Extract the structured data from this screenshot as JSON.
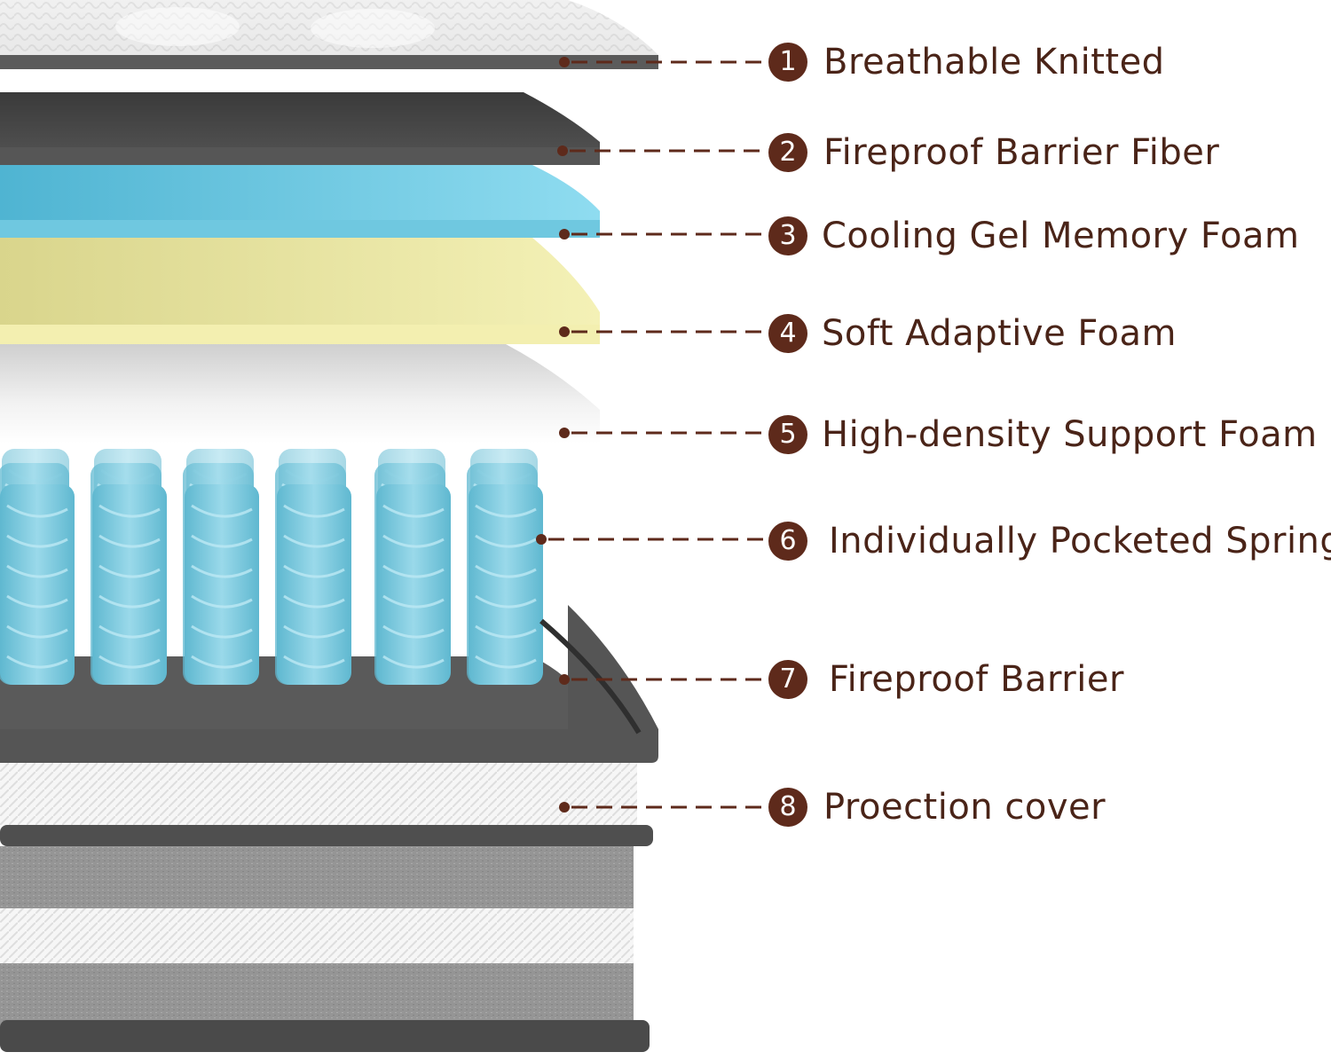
{
  "colors": {
    "accent": "#5e2a1b",
    "label_text": "#4a2418",
    "dash": "#5e2a1b"
  },
  "layers": [
    {
      "num": "1",
      "label": "Breathable  Knitted"
    },
    {
      "num": "2",
      "label": "Fireproof  Barrier Fiber"
    },
    {
      "num": "3",
      "label": "Cooling Gel Memory Foam"
    },
    {
      "num": "4",
      "label": "Soft Adaptive Foam"
    },
    {
      "num": "5",
      "label": "High-density Support Foam"
    },
    {
      "num": "6",
      "label": "Individually Pocketed Spring"
    },
    {
      "num": "7",
      "label": "Fireproof  Barrier"
    },
    {
      "num": "8",
      "label": "Proection cover"
    }
  ]
}
